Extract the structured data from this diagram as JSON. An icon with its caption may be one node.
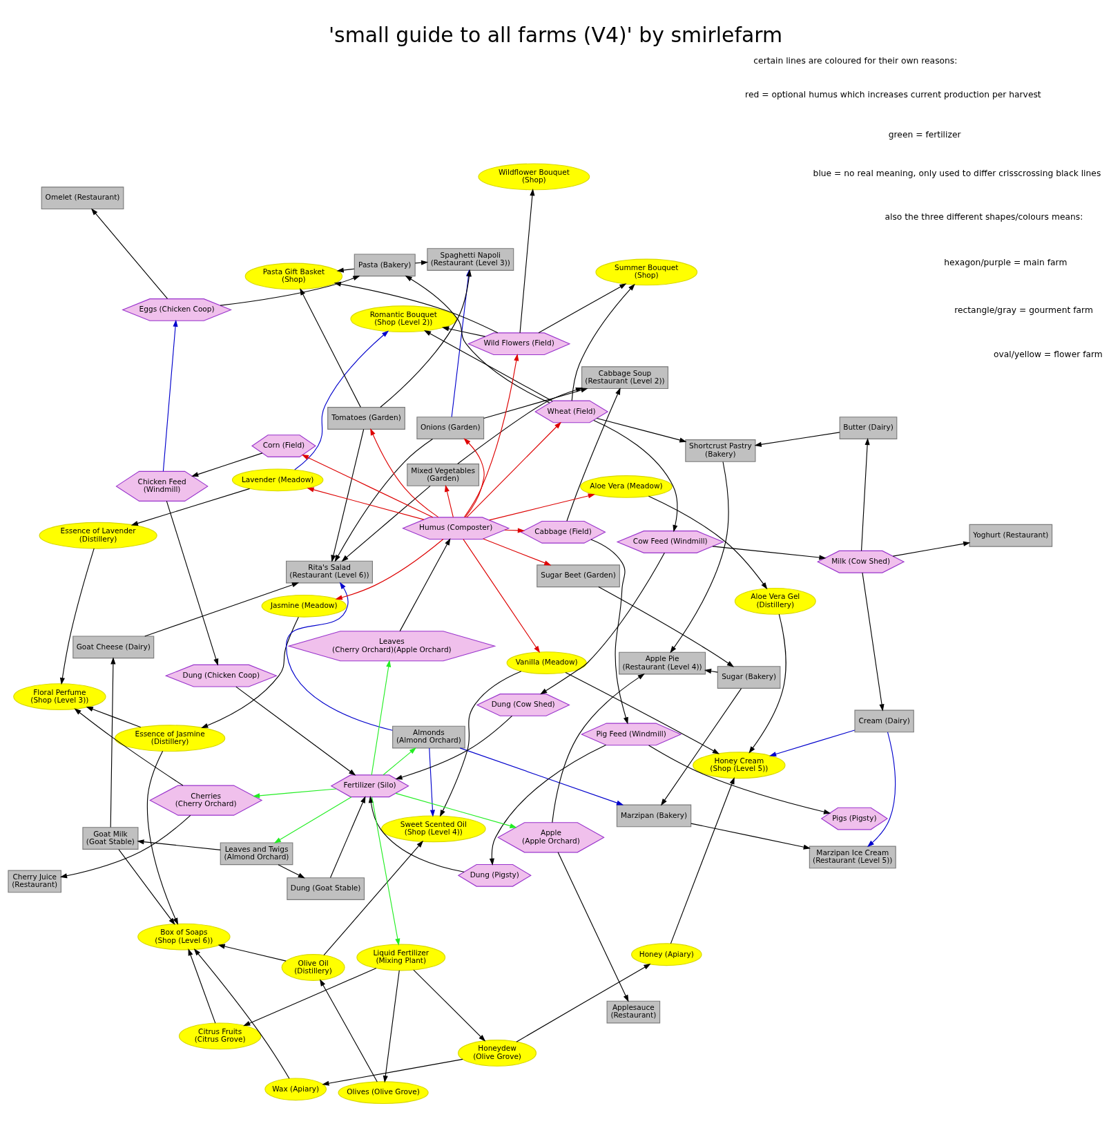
{
  "diagram": {
    "title": "'small guide to all farms (V4)' by smirlefarm",
    "nodes": [
      {
        "text": [
          "Lavender (Meadow)"
        ]
      },
      {
        "text": [
          "Jasmine (Meadow)"
        ]
      },
      {
        "text": [
          "Liquid Fertilizer (Mixing Plant)"
        ]
      },
      {
        "text": [
          "Olives (Olive Grove)"
        ]
      },
      {
        "text": [
          "Aloe Vera (Meadow)"
        ]
      },
      {
        "text": [
          "Essence of Lavender (Distillery)"
        ]
      },
      {
        "text": [
          "Essence of Jasmine (Distillery)"
        ]
      },
      {
        "text": [
          "Honeydew (Olive Grove)"
        ]
      },
      {
        "text": [
          "Honey (Apiary)"
        ]
      },
      {
        "text": [
          "Aloe Vera Gel (Distillery)"
        ]
      },
      {
        "text": [
          "Citrus Fruits (Citrus Grove)"
        ]
      },
      {
        "text": [
          "Wax (Apiary)"
        ]
      },
      {
        "text": [
          "Honey Cream (Shop (Level 5))"
        ]
      },
      {
        "text": [
          "Vanilla (Meadow)"
        ]
      },
      {
        "text": [
          "Box of Soaps (Shop (Level 6))"
        ]
      },
      {
        "text": [
          "Floral Perfume (Shop (Level 3))"
        ]
      },
      {
        "text": [
          "Sweet Scented Oil (Shop (Level 4))"
        ]
      },
      {
        "text": [
          "Almonds (Almond Orchard)"
        ]
      },
      {
        "text": [
          "Wildflower Bouquet (Shop)"
        ]
      },
      {
        "text": [
          "Olive Oil (Distillery)"
        ]
      },
      {
        "text": [
          "Pasta Gift Basket (Shop)"
        ]
      },
      {
        "text": [
          "Leaves and Twigs (Almond Orchard)"
        ]
      },
      {
        "text": [
          "Summer Bouquet (Shop)"
        ]
      },
      {
        "text": [
          "Goat Milk (Goat Stable)"
        ]
      },
      {
        "text": [
          "Romantic Bouquet (Shop (Level 2))"
        ]
      },
      {
        "text": [
          "Sugar Beet (Garden)"
        ]
      },
      {
        "text": [
          "Cabbage Soup (Restaurant (Level 2))"
        ]
      },
      {
        "text": [
          "Goat Cheese (Dairy)"
        ]
      },
      {
        "text": [
          "Marzipan (Bakery)"
        ]
      },
      {
        "text": [
          "Sugar (Bakery)"
        ]
      },
      {
        "text": [
          "Marzipan Ice Cream (Restaurant (Level 5))"
        ]
      },
      {
        "text": [
          "Spaghetti Napoli (Restaurant (Level 3))"
        ]
      },
      {
        "text": [
          "Onions (Garden)"
        ]
      },
      {
        "text": [
          "Cherry Juice (Restaurant)"
        ]
      },
      {
        "text": [
          "Pasta (Bakery)"
        ]
      },
      {
        "text": [
          "Mixed Vegetables (Garden)"
        ]
      },
      {
        "text": [
          "Tomatoes (Garden)"
        ]
      },
      {
        "text": [
          "Rita's Salad (Restaurant (Level 6))"
        ]
      },
      {
        "text": [
          "Dung (Goat Stable)"
        ]
      },
      {
        "text": [
          "Omelet (Restaurant)"
        ]
      },
      {
        "text": [
          "Shortcrust Pastry (Bakery)"
        ]
      },
      {
        "text": [
          "Wild Flowers (Field)"
        ]
      },
      {
        "text": [
          "Eggs (Chicken Coop)"
        ]
      },
      {
        "text": [
          "Wheat (Field)"
        ]
      },
      {
        "text": [
          "Apple Pie (Restaurant (Level 4))"
        ]
      },
      {
        "text": [
          "Cherries (Cherry Orchard)"
        ]
      },
      {
        "text": [
          "Butter (Dairy)"
        ]
      },
      {
        "text": [
          "Applesauce (Restaurant)"
        ]
      },
      {
        "text": [
          "Cabbage (Field)"
        ]
      },
      {
        "text": [
          "Cream (Dairy)"
        ]
      },
      {
        "text": [
          "Yoghurt (Restaurant)"
        ]
      },
      {
        "text": [
          "Pigs (Pigsty)"
        ]
      },
      {
        "text": [
          "Cow Feed (Windmill)"
        ]
      },
      {
        "text": [
          "Corn (Field)"
        ]
      },
      {
        "text": [
          "Apple (Apple Orchard)"
        ]
      },
      {
        "text": [
          "Chicken Feed (Windmill)"
        ]
      },
      {
        "text": [
          "Pig Feed (Windmill)"
        ]
      },
      {
        "text": [
          "Milk (Cow Shed)"
        ]
      },
      {
        "text": [
          "Dung (Chicken Coop)"
        ]
      },
      {
        "text": [
          "Dung (Pigsty)"
        ]
      },
      {
        "text": [
          "Dung (Cow Shed)"
        ]
      },
      {
        "text": [
          "Fertilizer (Silo)"
        ]
      },
      {
        "text": [
          "Leaves (Cherry Orchard)(Apple Orchard)"
        ]
      },
      {
        "text": [
          "Humus (Composter)"
        ]
      }
    ],
    "edges": [
      {
        "from": 0,
        "to": 5,
        "arrow": "to"
      },
      {
        "from": 1,
        "to": 6,
        "arrow": "to"
      },
      {
        "from": 5,
        "to": 15,
        "arrow": "to"
      },
      {
        "from": 6,
        "to": 15,
        "arrow": "to"
      },
      {
        "from": 6,
        "to": 14,
        "arrow": "to"
      },
      {
        "from": 2,
        "to": 10,
        "arrow": "to"
      },
      {
        "from": 2,
        "to": 7,
        "arrow": "to"
      },
      {
        "from": 2,
        "to": 3,
        "arrow": "to"
      },
      {
        "from": 7,
        "to": 8,
        "arrow": "to"
      },
      {
        "from": 7,
        "to": 11,
        "arrow": "to"
      },
      {
        "from": 8,
        "to": 12,
        "arrow": "to"
      },
      {
        "from": 10,
        "to": 14,
        "arrow": "to"
      },
      {
        "from": 11,
        "to": 14,
        "arrow": "to"
      },
      {
        "from": 4,
        "to": 9,
        "arrow": "to"
      },
      {
        "from": 9,
        "to": 12,
        "arrow": "to"
      },
      {
        "from": 13,
        "to": 12,
        "arrow": "to"
      },
      {
        "from": 13,
        "to": 16,
        "arrow": "to"
      },
      {
        "from": 3,
        "to": 19,
        "arrow": "to"
      },
      {
        "from": 19,
        "to": 16,
        "arrow": "to"
      },
      {
        "from": 19,
        "to": 14,
        "arrow": "to"
      },
      {
        "from": 23,
        "to": 14,
        "arrow": "to"
      },
      {
        "from": 21,
        "to": 23,
        "arrow": "to"
      },
      {
        "from": 21,
        "to": 38,
        "arrow": "to"
      },
      {
        "from": 23,
        "to": 27,
        "arrow": "to"
      },
      {
        "from": 27,
        "to": 37,
        "arrow": "to"
      },
      {
        "from": 25,
        "to": 29,
        "arrow": "to"
      },
      {
        "from": 29,
        "to": 28,
        "arrow": "to"
      },
      {
        "from": 28,
        "to": 30,
        "arrow": "to"
      },
      {
        "from": 29,
        "to": 44,
        "arrow": "to"
      },
      {
        "from": 32,
        "to": 26,
        "arrow": "to"
      },
      {
        "from": 32,
        "to": 37,
        "arrow": "to"
      },
      {
        "from": 35,
        "to": 26,
        "arrow": "to"
      },
      {
        "from": 35,
        "to": 37,
        "arrow": "to"
      },
      {
        "from": 36,
        "to": 37,
        "arrow": "to"
      },
      {
        "from": 36,
        "to": 31,
        "arrow": "to"
      },
      {
        "from": 36,
        "to": 20,
        "arrow": "to"
      },
      {
        "from": 34,
        "to": 31,
        "arrow": "to"
      },
      {
        "from": 34,
        "to": 20,
        "arrow": "to"
      },
      {
        "from": 43,
        "to": 34,
        "arrow": "to"
      },
      {
        "from": 43,
        "to": 22,
        "arrow": "to"
      },
      {
        "from": 43,
        "to": 24,
        "arrow": "to"
      },
      {
        "from": 43,
        "to": 40,
        "arrow": "to"
      },
      {
        "from": 43,
        "to": 52,
        "arrow": "to"
      },
      {
        "from": 42,
        "to": 34,
        "arrow": "to"
      },
      {
        "from": 42,
        "to": 39,
        "arrow": "to"
      },
      {
        "from": 46,
        "to": 40,
        "arrow": "to"
      },
      {
        "from": 40,
        "to": 44,
        "arrow": "to"
      },
      {
        "from": 54,
        "to": 44,
        "arrow": "to"
      },
      {
        "from": 54,
        "to": 47,
        "arrow": "to"
      },
      {
        "from": 45,
        "to": 33,
        "arrow": "to"
      },
      {
        "from": 45,
        "to": 15,
        "arrow": "to"
      },
      {
        "from": 41,
        "to": 22,
        "arrow": "to"
      },
      {
        "from": 41,
        "to": 18,
        "arrow": "to"
      },
      {
        "from": 41,
        "to": 24,
        "arrow": "to"
      },
      {
        "from": 41,
        "to": 20,
        "arrow": "to"
      },
      {
        "from": 48,
        "to": 26,
        "arrow": "to"
      },
      {
        "from": 48,
        "to": 56,
        "arrow": "to"
      },
      {
        "from": 56,
        "to": 51,
        "arrow": "to"
      },
      {
        "from": 56,
        "to": 59,
        "arrow": "to"
      },
      {
        "from": 59,
        "to": 61,
        "arrow": "to"
      },
      {
        "from": 38,
        "to": 61,
        "arrow": "to"
      },
      {
        "from": 58,
        "to": 61,
        "arrow": "to"
      },
      {
        "from": 60,
        "to": 61,
        "arrow": "to"
      },
      {
        "from": 55,
        "to": 58,
        "arrow": "to"
      },
      {
        "from": 53,
        "to": 55,
        "arrow": "to"
      },
      {
        "from": 52,
        "to": 57,
        "arrow": "to"
      },
      {
        "from": 52,
        "to": 60,
        "arrow": "to"
      },
      {
        "from": 57,
        "to": 50,
        "arrow": "to"
      },
      {
        "from": 57,
        "to": 46,
        "arrow": "to"
      },
      {
        "from": 57,
        "to": 49,
        "arrow": "to"
      },
      {
        "from": 62,
        "to": 63,
        "arrow": "to"
      },
      {
        "from": 61,
        "to": 62,
        "arrow": "to",
        "color": "#22ee22"
      },
      {
        "from": 61,
        "to": 54,
        "arrow": "to",
        "color": "#22ee22"
      },
      {
        "from": 61,
        "to": 45,
        "arrow": "to",
        "color": "#22ee22"
      },
      {
        "from": 61,
        "to": 2,
        "arrow": "to",
        "color": "#22ee22"
      },
      {
        "from": 61,
        "to": 21,
        "arrow": "to",
        "color": "#22ee22"
      },
      {
        "from": 61,
        "to": 17,
        "arrow": "to",
        "color": "#22ee22"
      },
      {
        "from": 63,
        "to": 0,
        "arrow": "to",
        "color": "#dd0000"
      },
      {
        "from": 63,
        "to": 1,
        "arrow": "to",
        "color": "#dd0000"
      },
      {
        "from": 63,
        "to": 41,
        "arrow": "to",
        "color": "#dd0000"
      },
      {
        "from": 63,
        "to": 43,
        "arrow": "to",
        "color": "#dd0000"
      },
      {
        "from": 63,
        "to": 36,
        "arrow": "to",
        "color": "#dd0000"
      },
      {
        "from": 63,
        "to": 32,
        "arrow": "to",
        "color": "#dd0000"
      },
      {
        "from": 63,
        "to": 35,
        "arrow": "to",
        "color": "#dd0000"
      },
      {
        "from": 63,
        "to": 48,
        "arrow": "to",
        "color": "#dd0000"
      },
      {
        "from": 63,
        "to": 53,
        "arrow": "to",
        "color": "#dd0000"
      },
      {
        "from": 63,
        "to": 4,
        "arrow": "to",
        "color": "#dd0000"
      },
      {
        "from": 63,
        "to": 13,
        "arrow": "to",
        "color": "#dd0000"
      },
      {
        "from": 63,
        "to": 25,
        "arrow": "to",
        "color": "#dd0000"
      },
      {
        "from": 0,
        "to": 24,
        "arrow": "to",
        "color": "#0000cc"
      },
      {
        "from": 49,
        "to": 12,
        "arrow": "to",
        "color": "#0000cc"
      },
      {
        "from": 49,
        "to": 30,
        "arrow": "to",
        "color": "#0000cc"
      },
      {
        "from": 17,
        "to": 16,
        "arrow": "to",
        "color": "#0000cc"
      },
      {
        "from": 17,
        "to": 28,
        "arrow": "to",
        "color": "#0000cc"
      },
      {
        "from": 17,
        "to": 37,
        "arrow": "to",
        "color": "#0000cc"
      },
      {
        "from": 32,
        "to": 31,
        "arrow": "to",
        "color": "#0000cc"
      },
      {
        "from": 55,
        "to": 42,
        "arrow": "to",
        "color": "#0000cc"
      }
    ],
    "labels": [
      "certain lines are coloured for their own reasons:",
      "red = optional humus which increases current production per harvest",
      "green = fertilizer",
      "blue = no real meaning, only used to differ crisscrossing black lines",
      "also the three different shapes/colours means:",
      "hexagon/purple = main farm",
      "rectangle/gray = gourment farm",
      "oval/yellow = flower farm"
    ]
  }
}
